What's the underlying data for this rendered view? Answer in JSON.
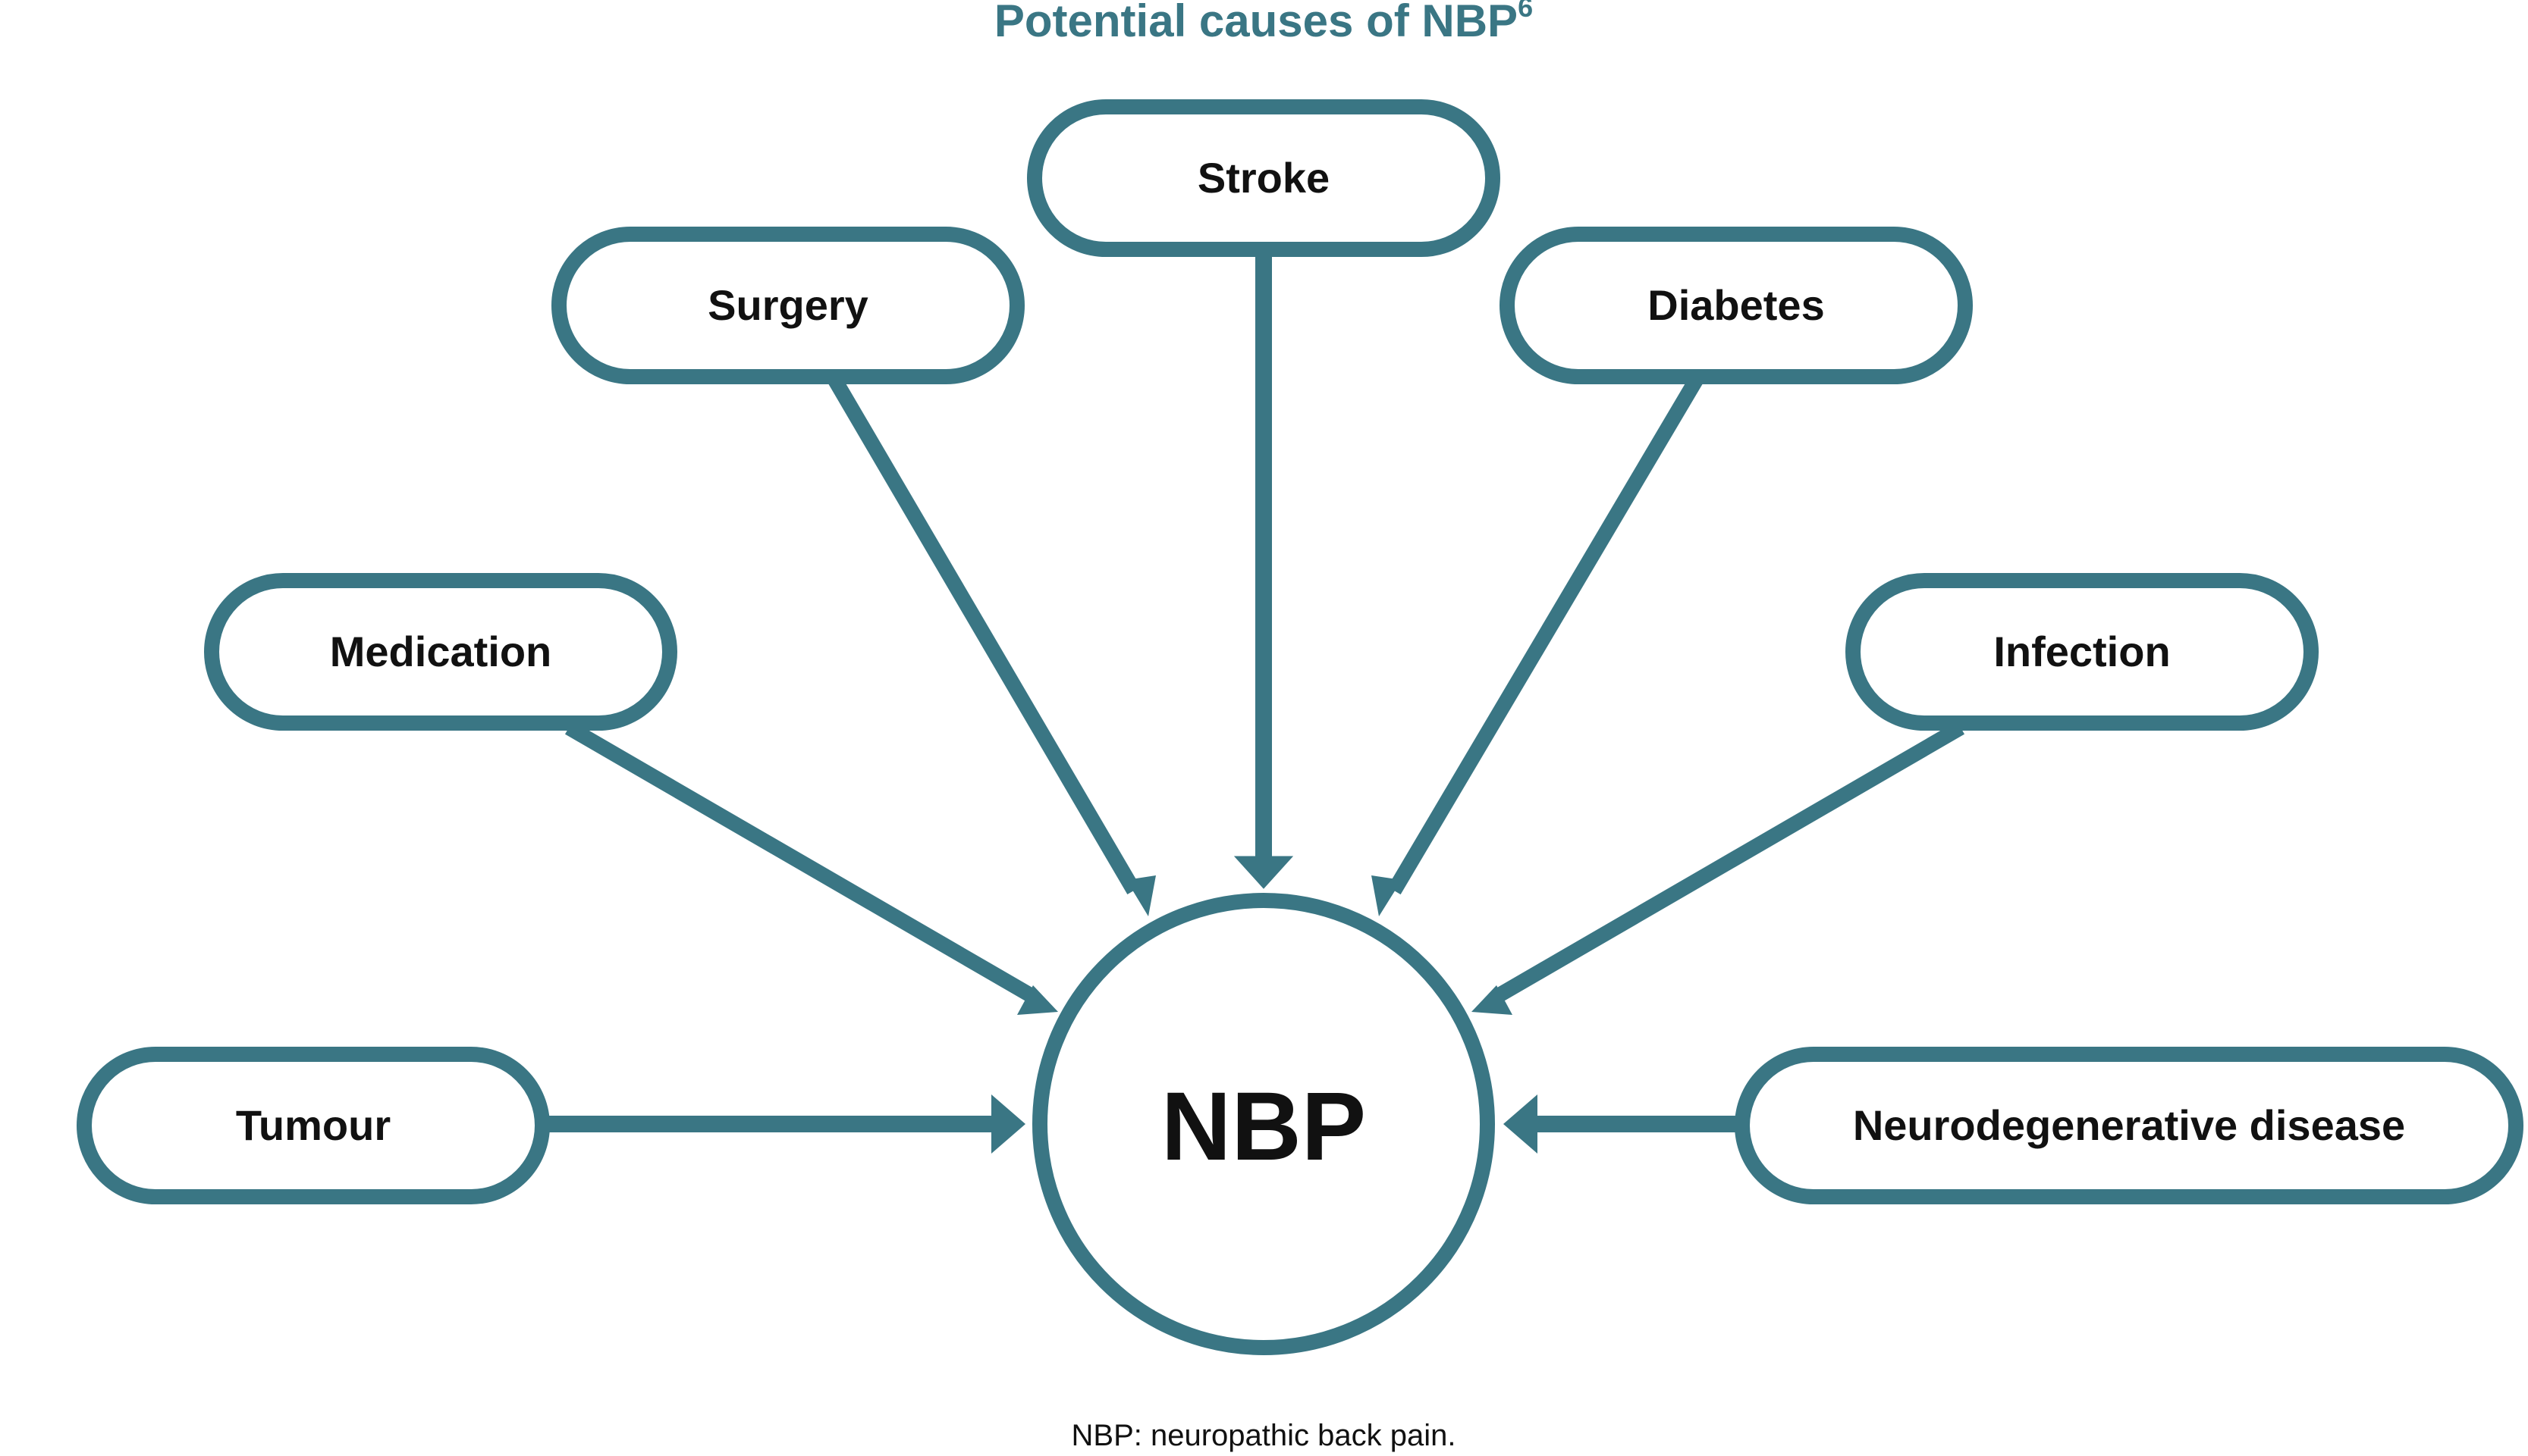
{
  "colors": {
    "accent": "#3a7684",
    "text": "#111111",
    "background": "#ffffff"
  },
  "title": {
    "main": "Potential causes of NBP",
    "superscript": "6"
  },
  "center": {
    "label": "NBP"
  },
  "causes": [
    {
      "id": "stroke",
      "label": "Stroke"
    },
    {
      "id": "surgery",
      "label": "Surgery"
    },
    {
      "id": "diabetes",
      "label": "Diabetes"
    },
    {
      "id": "medication",
      "label": "Medication"
    },
    {
      "id": "infection",
      "label": "Infection"
    },
    {
      "id": "tumour",
      "label": "Tumour"
    },
    {
      "id": "neurodegenerative-disease",
      "label": "Neurodegenerative disease"
    }
  ],
  "footnote": "NBP: neuropathic back pain."
}
